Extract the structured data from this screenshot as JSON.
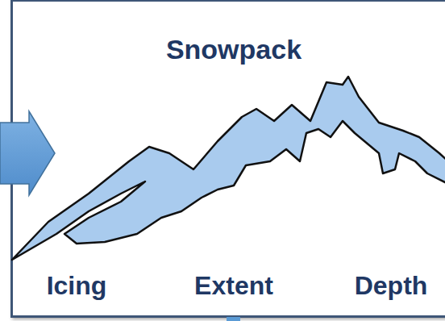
{
  "diagram": {
    "nodes": [
      {
        "text": [
          "Snowpack",
          "Icing",
          "Extent",
          "Depth"
        ]
      }
    ]
  }
}
